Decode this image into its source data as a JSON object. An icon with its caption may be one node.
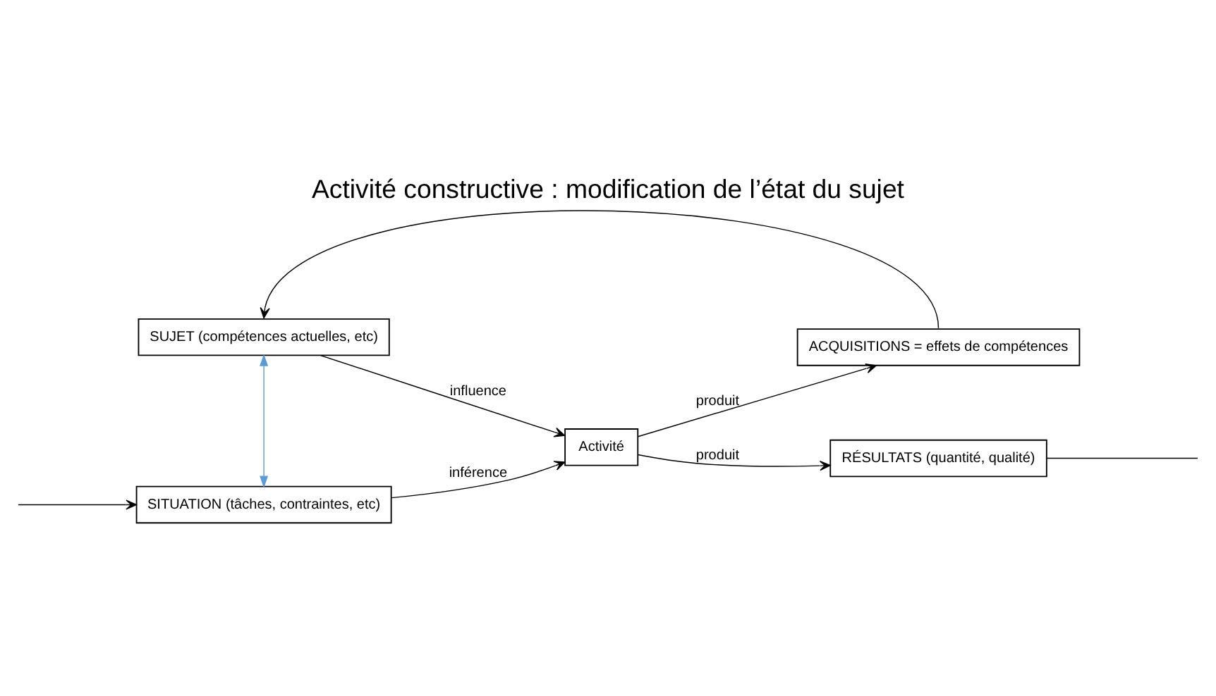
{
  "diagram": {
    "title": "Activité constructive : modification de l’état du sujet",
    "nodes": [
      {
        "text": [
          "SUJET (compétences actuelles, etc)"
        ]
      },
      {
        "text": [
          "ACQUISITIONS = effets de compétences"
        ]
      },
      {
        "text": [
          "Activité"
        ]
      },
      {
        "text": [
          "SITUATION (tâches, contraintes, etc)"
        ]
      },
      {
        "text": [
          "RÉSULTATS (quantité, qualité)"
        ]
      }
    ],
    "edges": [
      {
        "from": 1,
        "to": 0,
        "arrow": "to"
      },
      {
        "from": 0,
        "to": 2,
        "arrow": "to",
        "label": "influence"
      },
      {
        "from": 2,
        "to": 1,
        "arrow": "to",
        "label": "produit"
      },
      {
        "from": 0,
        "to": 3,
        "arrow": "both",
        "color": "#5b9bd5"
      },
      {
        "from": 3,
        "to": 2,
        "arrow": "to",
        "label": "inférence"
      },
      {
        "from": 2,
        "to": 4,
        "arrow": "to",
        "label": "produit"
      },
      {
        "from": null,
        "to": 3,
        "arrow": "to"
      },
      {
        "from": 4,
        "to": null,
        "arrow": "none"
      }
    ]
  }
}
